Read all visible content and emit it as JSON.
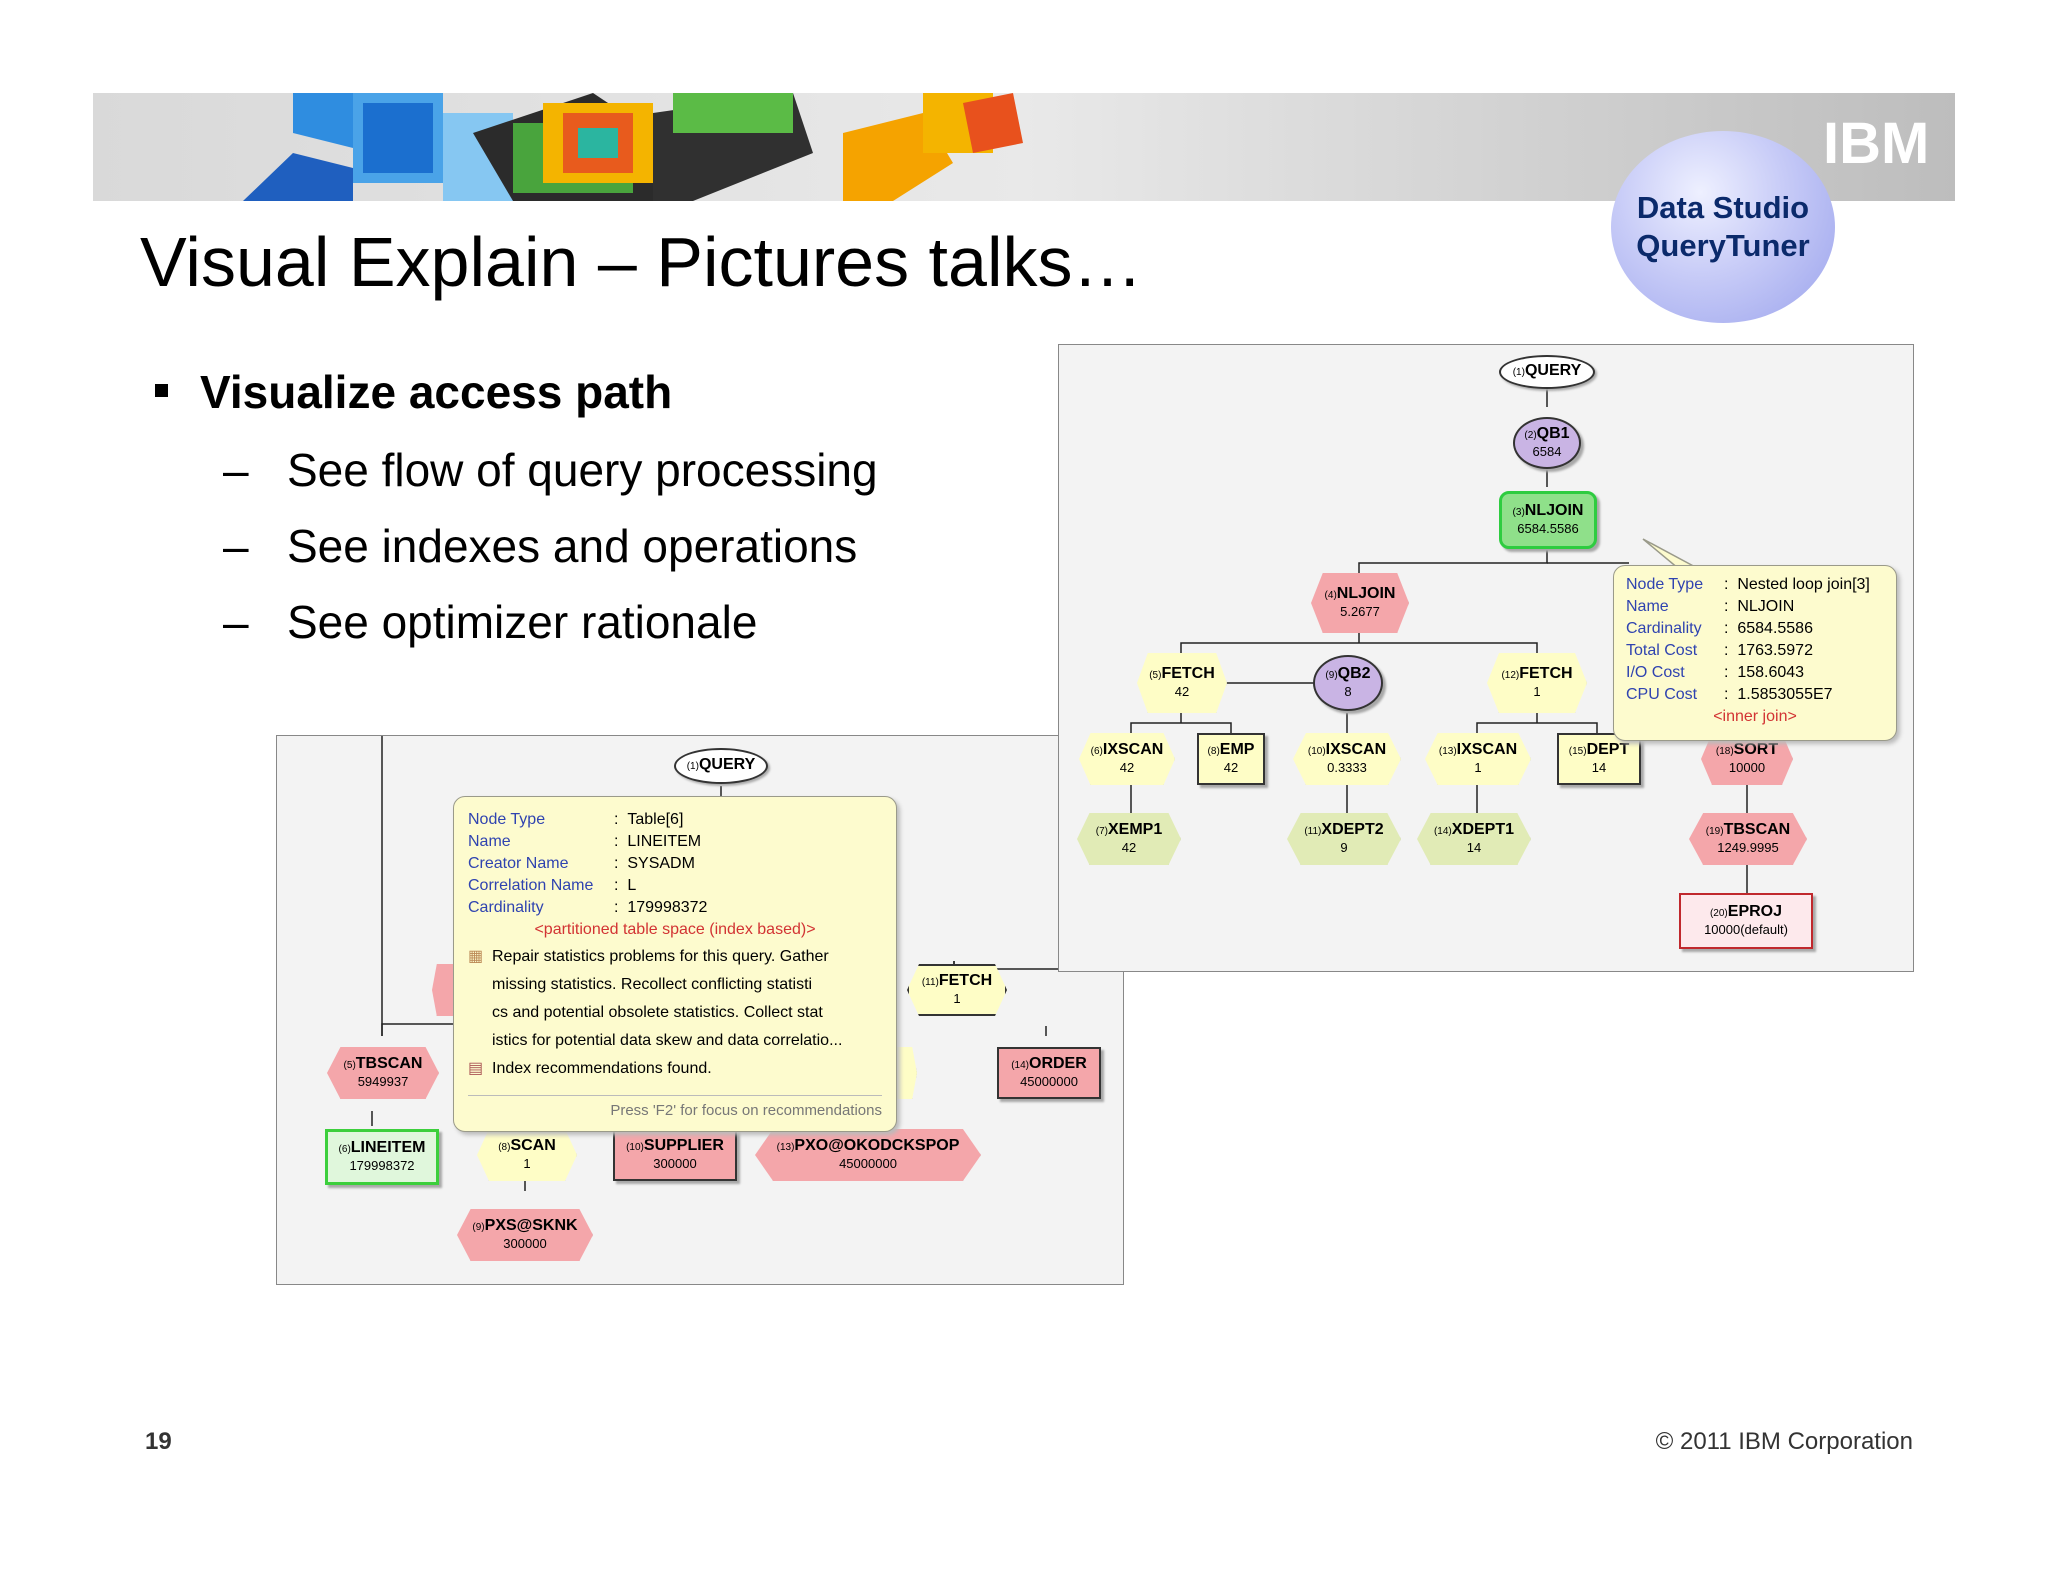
{
  "header": {
    "logo_text": "IBM"
  },
  "badge": {
    "line1": "Data Studio",
    "line2": "QueryTuner"
  },
  "title": "Visual Explain – Pictures talks…",
  "bullets": {
    "main": "Visualize access path",
    "subs": [
      "See flow of query processing",
      "See indexes and operations",
      "See optimizer rationale"
    ]
  },
  "right_panel": {
    "nodes": [
      {
        "num": "(1)",
        "name": "QUERY",
        "value": ""
      },
      {
        "num": "(2)",
        "name": "QB1",
        "value": "6584"
      },
      {
        "num": "(3)",
        "name": "NLJOIN",
        "value": "6584.5586"
      },
      {
        "num": "(4)",
        "name": "NLJOIN",
        "value": "5.2677"
      },
      {
        "num": "(5)",
        "name": "FETCH",
        "value": "42"
      },
      {
        "num": "(9)",
        "name": "QB2",
        "value": "8"
      },
      {
        "num": "(12)",
        "name": "FETCH",
        "value": "1"
      },
      {
        "num": "(6)",
        "name": "IXSCAN",
        "value": "42"
      },
      {
        "num": "(8)",
        "name": "EMP",
        "value": "42"
      },
      {
        "num": "(10)",
        "name": "IXSCAN",
        "value": "0.3333"
      },
      {
        "num": "(13)",
        "name": "IXSCAN",
        "value": "1"
      },
      {
        "num": "(15)",
        "name": "DEPT",
        "value": "14"
      },
      {
        "num": "(18)",
        "name": "SORT",
        "value": "10000"
      },
      {
        "num": "(7)",
        "name": "XEMP1",
        "value": "42"
      },
      {
        "num": "(11)",
        "name": "XDEPT2",
        "value": "9"
      },
      {
        "num": "(14)",
        "name": "XDEPT1",
        "value": "14"
      },
      {
        "num": "(19)",
        "name": "TBSCAN",
        "value": "1249.9995"
      },
      {
        "num": "(20)",
        "name": "EPROJ",
        "value": "10000(default)"
      }
    ],
    "tooltip": {
      "rows": [
        {
          "k": "Node Type",
          "v": "Nested loop join[3]"
        },
        {
          "k": "Name",
          "v": "NLJOIN"
        },
        {
          "k": "Cardinality",
          "v": "6584.5586"
        },
        {
          "k": "Total Cost",
          "v": "1763.5972"
        },
        {
          "k": "I/O Cost",
          "v": "158.6043"
        },
        {
          "k": "CPU Cost",
          "v": "1.5853055E7"
        }
      ],
      "note": "<inner join>"
    }
  },
  "left_panel": {
    "nodes": [
      {
        "num": "(1)",
        "name": "QUERY",
        "value": ""
      },
      {
        "num": "(11)",
        "name": "FETCH",
        "value": "1"
      },
      {
        "num": "(5)",
        "name": "TBSCAN",
        "value": "5949937"
      },
      {
        "num": "(14)",
        "name": "ORDER",
        "value": "45000000"
      },
      {
        "num": "(6)",
        "name": "LINEITEM",
        "value": "179998372"
      },
      {
        "num": "(8)",
        "name": "SCAN",
        "value": "1"
      },
      {
        "num": "(10)",
        "name": "SUPPLIER",
        "value": "300000"
      },
      {
        "num": "(13)",
        "name": "PXO@OKODCKSPOP",
        "value": "45000000"
      },
      {
        "num": "(9)",
        "name": "PXS@SKNK",
        "value": "300000"
      }
    ],
    "tooltip": {
      "rows": [
        {
          "k": "Node Type",
          "v": "Table[6]"
        },
        {
          "k": "Name",
          "v": "LINEITEM"
        },
        {
          "k": "Creator Name",
          "v": "SYSADM"
        },
        {
          "k": "Correlation Name",
          "v": "L"
        },
        {
          "k": "Cardinality",
          "v": "179998372"
        }
      ],
      "note": "<partitioned table space (index based)>",
      "lines": [
        "Repair statistics problems for this query. Gather",
        "missing statistics. Recollect conflicting statisti",
        "cs and potential obsolete statistics. Collect stat",
        "istics for potential data skew and data correlatio..."
      ],
      "index_line": "Index recommendations found.",
      "press": "Press 'F2' for focus on recommendations"
    }
  },
  "footer": {
    "page": "19",
    "copyright": "© 2011 IBM Corporation"
  }
}
